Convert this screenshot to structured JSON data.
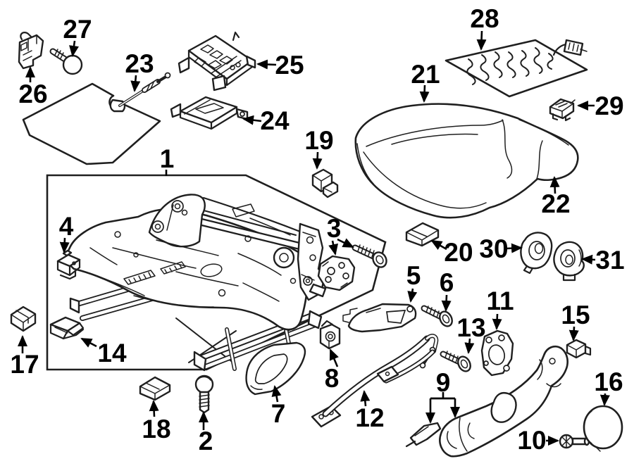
{
  "diagram": {
    "type": "exploded-parts-diagram",
    "subject": "front seat and seat track components",
    "colors": {
      "background": "#ffffff",
      "line": "#1f1f1f",
      "label": "#000000"
    },
    "callouts": {
      "n1": "1",
      "n2": "2",
      "n3": "3",
      "n4": "4",
      "n5": "5",
      "n6": "6",
      "n7": "7",
      "n8": "8",
      "n9": "9",
      "n10": "10",
      "n11": "11",
      "n12": "12",
      "n13": "13",
      "n14": "14",
      "n15": "15",
      "n16": "16",
      "n17": "17",
      "n18": "18",
      "n19": "19",
      "n20": "20",
      "n21": "21",
      "n22": "22",
      "n23": "23",
      "n24": "24",
      "n25": "25",
      "n26": "26",
      "n27": "27",
      "n28": "28",
      "n29": "29",
      "n30": "30",
      "n31": "31"
    }
  }
}
